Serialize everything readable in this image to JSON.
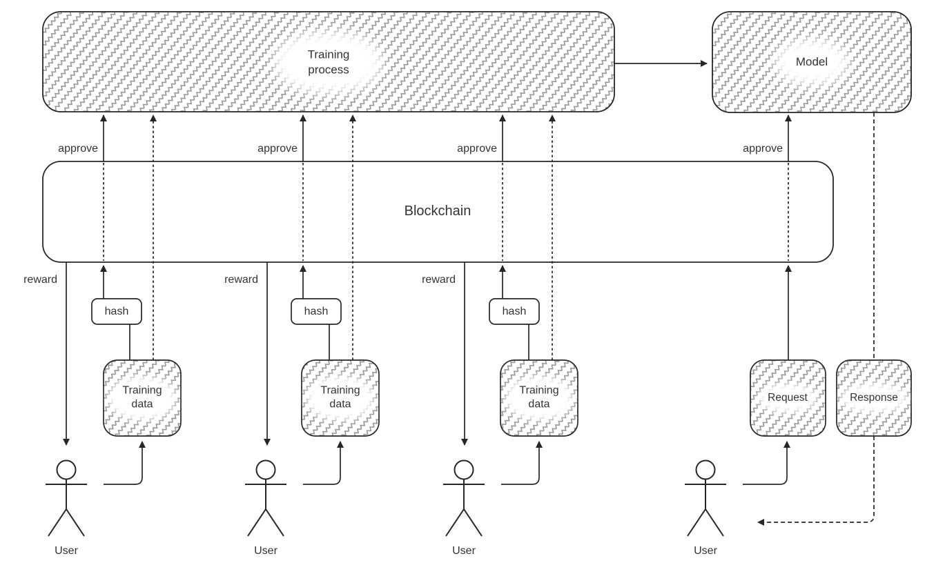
{
  "diagram": {
    "nodes": {
      "training_process": "Training process",
      "model": "Model",
      "blockchain": "Blockchain",
      "hash": "hash",
      "training_data": "Training data",
      "request": "Request",
      "response": "Response",
      "user": "User"
    },
    "edges": {
      "approve": "approve",
      "reward": "reward"
    },
    "colors": {
      "line": "#262626",
      "hatch": "#949494",
      "text": "#333333",
      "background": "#ffffff"
    }
  }
}
